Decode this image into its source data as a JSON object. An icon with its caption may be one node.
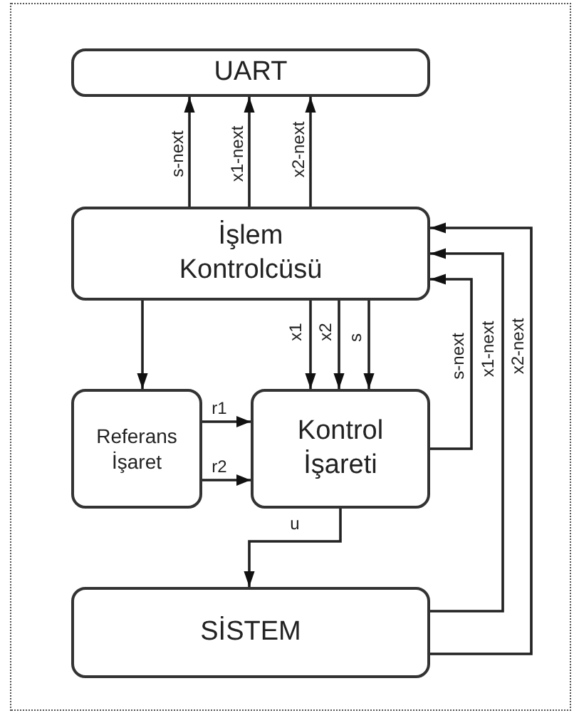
{
  "diagram": {
    "nodes": [
      {
        "text": [
          "UART"
        ]
      },
      {
        "text": [
          "İşlem Kontrolcüsü"
        ]
      },
      {
        "text": [
          "Referans İşaret"
        ]
      },
      {
        "text": [
          "Kontrol İşareti"
        ]
      },
      {
        "text": [
          "SİSTEM"
        ]
      }
    ],
    "edges": [
      {
        "from": 1,
        "to": 0,
        "arrow": "to",
        "label": "s-next"
      },
      {
        "from": 1,
        "to": 0,
        "arrow": "to",
        "label": "x1-next"
      },
      {
        "from": 1,
        "to": 0,
        "arrow": "to",
        "label": "x2-next"
      },
      {
        "from": 1,
        "to": 2,
        "arrow": "to"
      },
      {
        "from": 1,
        "to": 3,
        "arrow": "to",
        "label": "x1"
      },
      {
        "from": 1,
        "to": 3,
        "arrow": "to",
        "label": "x2"
      },
      {
        "from": 1,
        "to": 3,
        "arrow": "to",
        "label": "s"
      },
      {
        "from": 2,
        "to": 3,
        "arrow": "to",
        "label": "r1"
      },
      {
        "from": 2,
        "to": 3,
        "arrow": "to",
        "label": "r2"
      },
      {
        "from": 3,
        "to": 4,
        "arrow": "to",
        "label": "u"
      },
      {
        "from": 3,
        "to": 1,
        "arrow": "to",
        "label": "s-next"
      },
      {
        "from": 4,
        "to": 1,
        "arrow": "to",
        "label": "x1-next"
      },
      {
        "from": 4,
        "to": 1,
        "arrow": "to",
        "label": "x2-next"
      }
    ]
  }
}
